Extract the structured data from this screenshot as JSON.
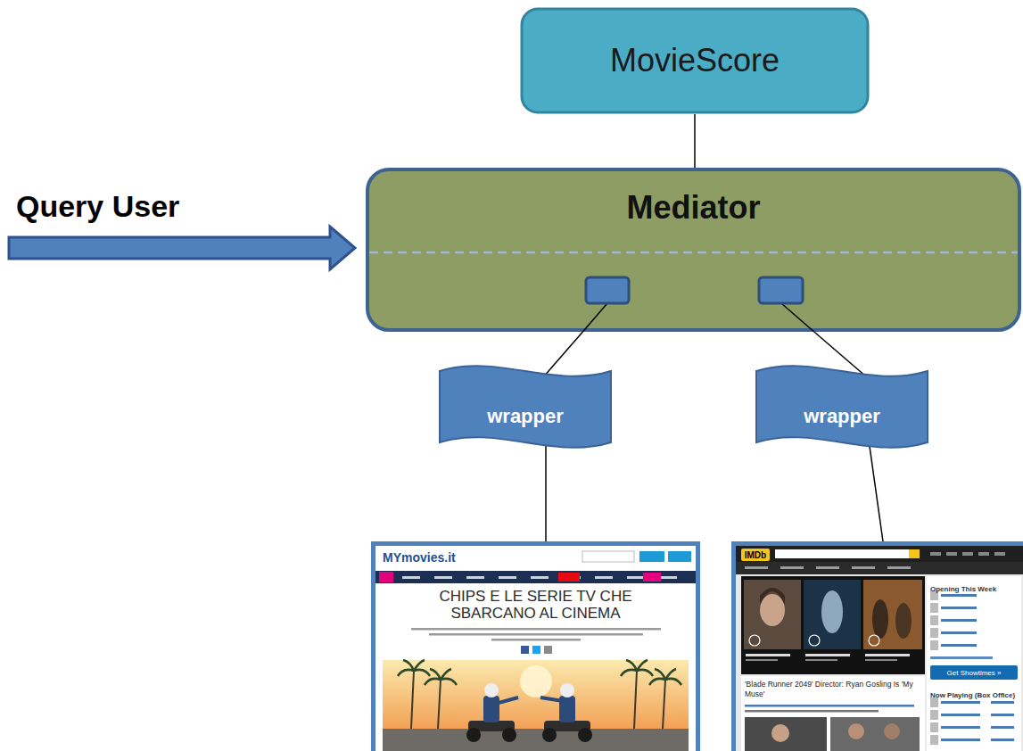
{
  "diagram": {
    "nodes": [
      {
        "text": [
          "MovieScore"
        ]
      },
      {
        "text": [
          "Mediator"
        ]
      },
      {
        "text": [
          "wrapper"
        ]
      },
      {
        "text": [
          "wrapper"
        ]
      },
      {
        "text": [
          "MYmovies.it",
          "CHIPS E LE SERIE TV CHE SBARCANO AL CINEMA"
        ]
      },
      {
        "text": [
          "IMDb",
          "'Blade Runner 2049' Director: Ryan Gosling Is 'My Muse'",
          "Opening This Week",
          "Get Showtimes »",
          "Now Playing (Box Office)"
        ]
      }
    ],
    "edges": [
      {
        "from": 0,
        "to": 1,
        "arrow": "none"
      },
      {
        "from": 1,
        "to": 2,
        "arrow": "none"
      },
      {
        "from": 1,
        "to": 3,
        "arrow": "none"
      },
      {
        "from": 2,
        "to": 4,
        "arrow": "none"
      },
      {
        "from": 3,
        "to": 5,
        "arrow": "none"
      }
    ],
    "labels": [
      "Query User"
    ]
  }
}
